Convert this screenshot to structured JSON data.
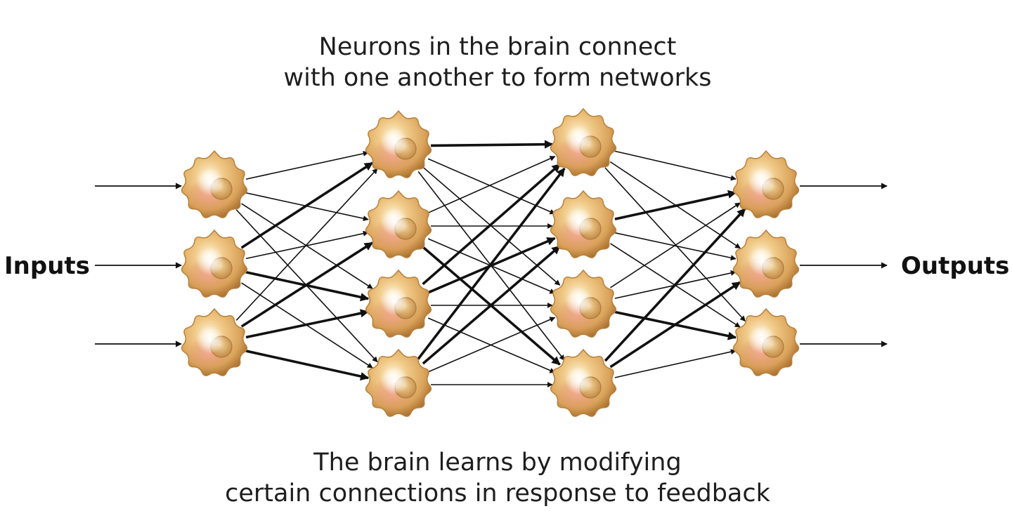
{
  "caption_top": {
    "line1": "Neurons in the brain connect",
    "line2": "with one another to form networks"
  },
  "caption_bottom": {
    "line1": "The brain learns by modifying",
    "line2": "certain connections in response to feedback"
  },
  "labels": {
    "inputs": "Inputs",
    "outputs": "Outputs"
  },
  "layers": [
    {
      "name": "input-layer",
      "neurons": 3
    },
    {
      "name": "hidden-layer-1",
      "neurons": 4
    },
    {
      "name": "hidden-layer-2",
      "neurons": 4
    },
    {
      "name": "output-layer",
      "neurons": 3
    }
  ],
  "connections": "fully-connected between adjacent layers",
  "colors": {
    "neuron_body": "#e7b96f",
    "neuron_dark": "#b9803a",
    "neuron_pink": "#e79a86",
    "neuron_glow": "#ffffff",
    "arrow": "#111111"
  }
}
